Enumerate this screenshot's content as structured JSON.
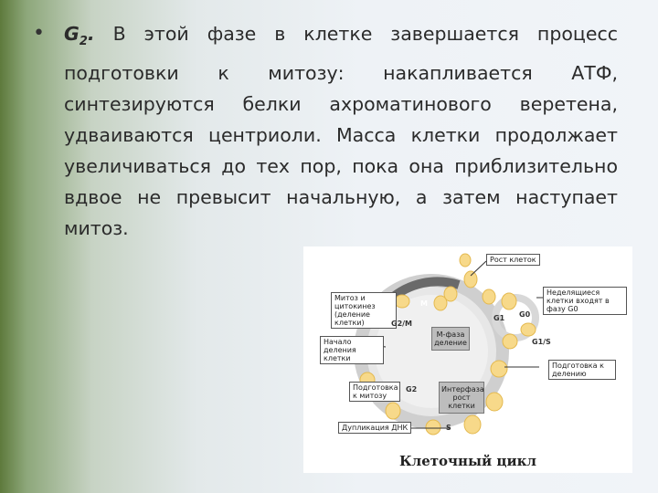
{
  "slide": {
    "bullet": "•",
    "g2_label": "G",
    "g2_sub": "2",
    "g2_dot": ".",
    "text": "В этой фазе в клетке завершается процесс подготовки к митозу: накапливается АТФ, синтезируются белки ахроматинового веретена, удваиваются центриоли. Масса клетки продолжает увеличиваться до тех пор, пока она приблизительно вдвое не превысит начальную, а затем наступает митоз."
  },
  "figure": {
    "caption": "Клеточный цикл",
    "labels": {
      "growth": "Рост клеток",
      "mitosis": "Митоз и цитокинез (деление клетки)",
      "nondividing": "Неделящиеся клетки входят в фазу G0",
      "division_start": "Начало деления клетки",
      "prep_division": "Подготовка к делению",
      "prep_mitosis": "Подготовка к митозу",
      "dna": "Дупликация ДНК"
    },
    "phases": {
      "g1": "G1",
      "g0": "G0",
      "g2m": "G2/M",
      "g1s": "G1/S",
      "g2": "G2",
      "s": "S",
      "m": "M"
    },
    "center": {
      "m_phase": "M-фаза деление",
      "interphase": "Интерфаза рост клетки"
    }
  }
}
